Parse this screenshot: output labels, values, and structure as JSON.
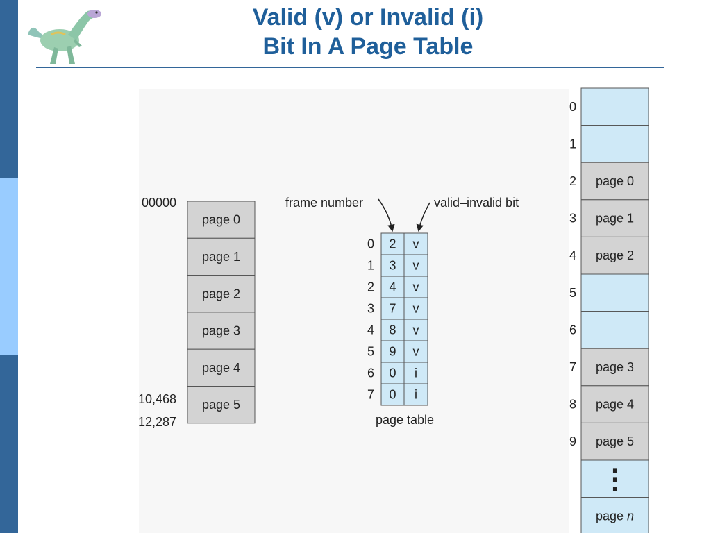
{
  "slide": {
    "title_line1": "Valid (v) or Invalid (i)",
    "title_line2": "Bit In A Page Table"
  },
  "colors": {
    "title": "#1f5f9a",
    "sidebar_dark": "#336699",
    "sidebar_light": "#99ccff",
    "rule": "#336699",
    "page_gray": "#d3d3d3",
    "cell_blue": "#cfe9f7",
    "frame_blue": "#cfe9f7",
    "border": "#555555"
  },
  "logical_memory": {
    "pages": [
      "page 0",
      "page 1",
      "page 2",
      "page 3",
      "page 4",
      "page 5"
    ],
    "address_labels": [
      "00000",
      "10,468",
      "12,287"
    ]
  },
  "page_table": {
    "label": "page table",
    "frame_number_label": "frame number",
    "valid_bit_label": "valid–invalid bit",
    "rows": [
      {
        "index": "0",
        "frame": "2",
        "bit": "v"
      },
      {
        "index": "1",
        "frame": "3",
        "bit": "v"
      },
      {
        "index": "2",
        "frame": "4",
        "bit": "v"
      },
      {
        "index": "3",
        "frame": "7",
        "bit": "v"
      },
      {
        "index": "4",
        "frame": "8",
        "bit": "v"
      },
      {
        "index": "5",
        "frame": "9",
        "bit": "v"
      },
      {
        "index": "6",
        "frame": "0",
        "bit": "i"
      },
      {
        "index": "7",
        "frame": "0",
        "bit": "i"
      }
    ]
  },
  "physical_memory": {
    "frames": [
      {
        "index": "0",
        "label": "",
        "filled": false
      },
      {
        "index": "1",
        "label": "",
        "filled": false
      },
      {
        "index": "2",
        "label": "page 0",
        "filled": true
      },
      {
        "index": "3",
        "label": "page 1",
        "filled": true
      },
      {
        "index": "4",
        "label": "page 2",
        "filled": true
      },
      {
        "index": "5",
        "label": "",
        "filled": false
      },
      {
        "index": "6",
        "label": "",
        "filled": false
      },
      {
        "index": "7",
        "label": "page 3",
        "filled": true
      },
      {
        "index": "8",
        "label": "page 4",
        "filled": true
      },
      {
        "index": "9",
        "label": "page 5",
        "filled": true
      }
    ],
    "ellipsis": "⋮",
    "last_frame": {
      "prefix": "page ",
      "suffix": "n"
    }
  }
}
